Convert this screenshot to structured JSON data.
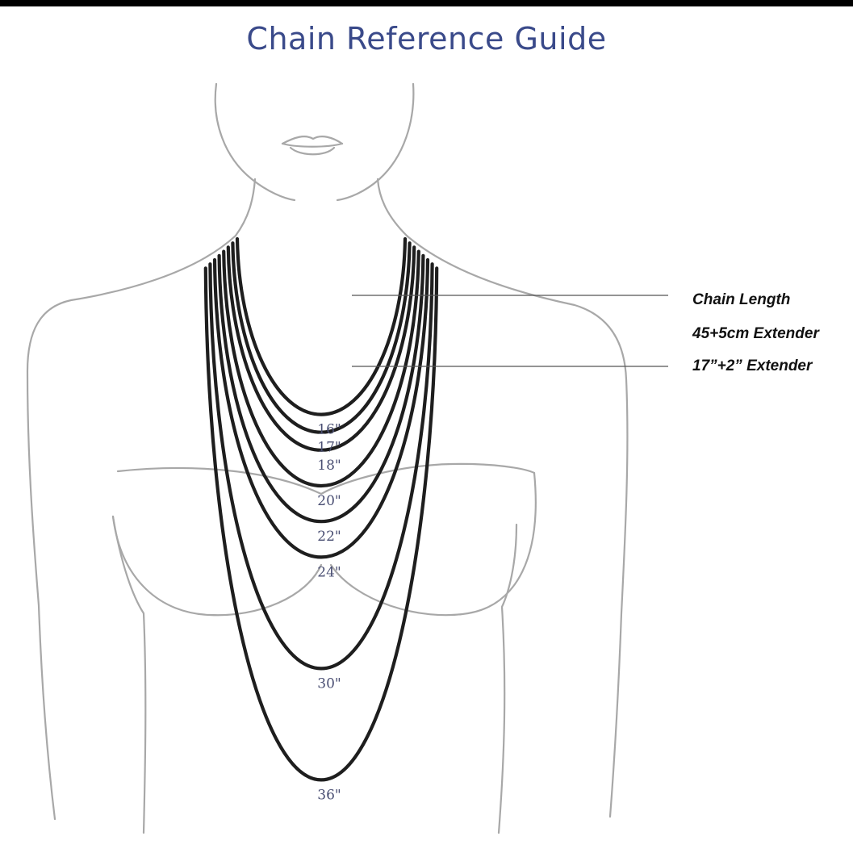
{
  "title": "Chain Reference Guide",
  "colors": {
    "title": "#3a4a8a",
    "chain": "#1e1e1e",
    "body_outline": "#a8a8a8",
    "length_label": "#4a4f73",
    "legend_text": "#111111"
  },
  "chains": [
    {
      "length_in": 16,
      "label": "16\""
    },
    {
      "length_in": 17,
      "label": "17\""
    },
    {
      "length_in": 18,
      "label": "18\""
    },
    {
      "length_in": 20,
      "label": "20\""
    },
    {
      "length_in": 22,
      "label": "22\""
    },
    {
      "length_in": 24,
      "label": "24\""
    },
    {
      "length_in": 30,
      "label": "30\""
    },
    {
      "length_in": 36,
      "label": "36\""
    }
  ],
  "legend": [
    {
      "text": "Chain Length",
      "points_to": 16
    },
    {
      "text": "45+5cm Extender"
    },
    {
      "text": "17”+2” Extender",
      "points_to": 18
    }
  ]
}
